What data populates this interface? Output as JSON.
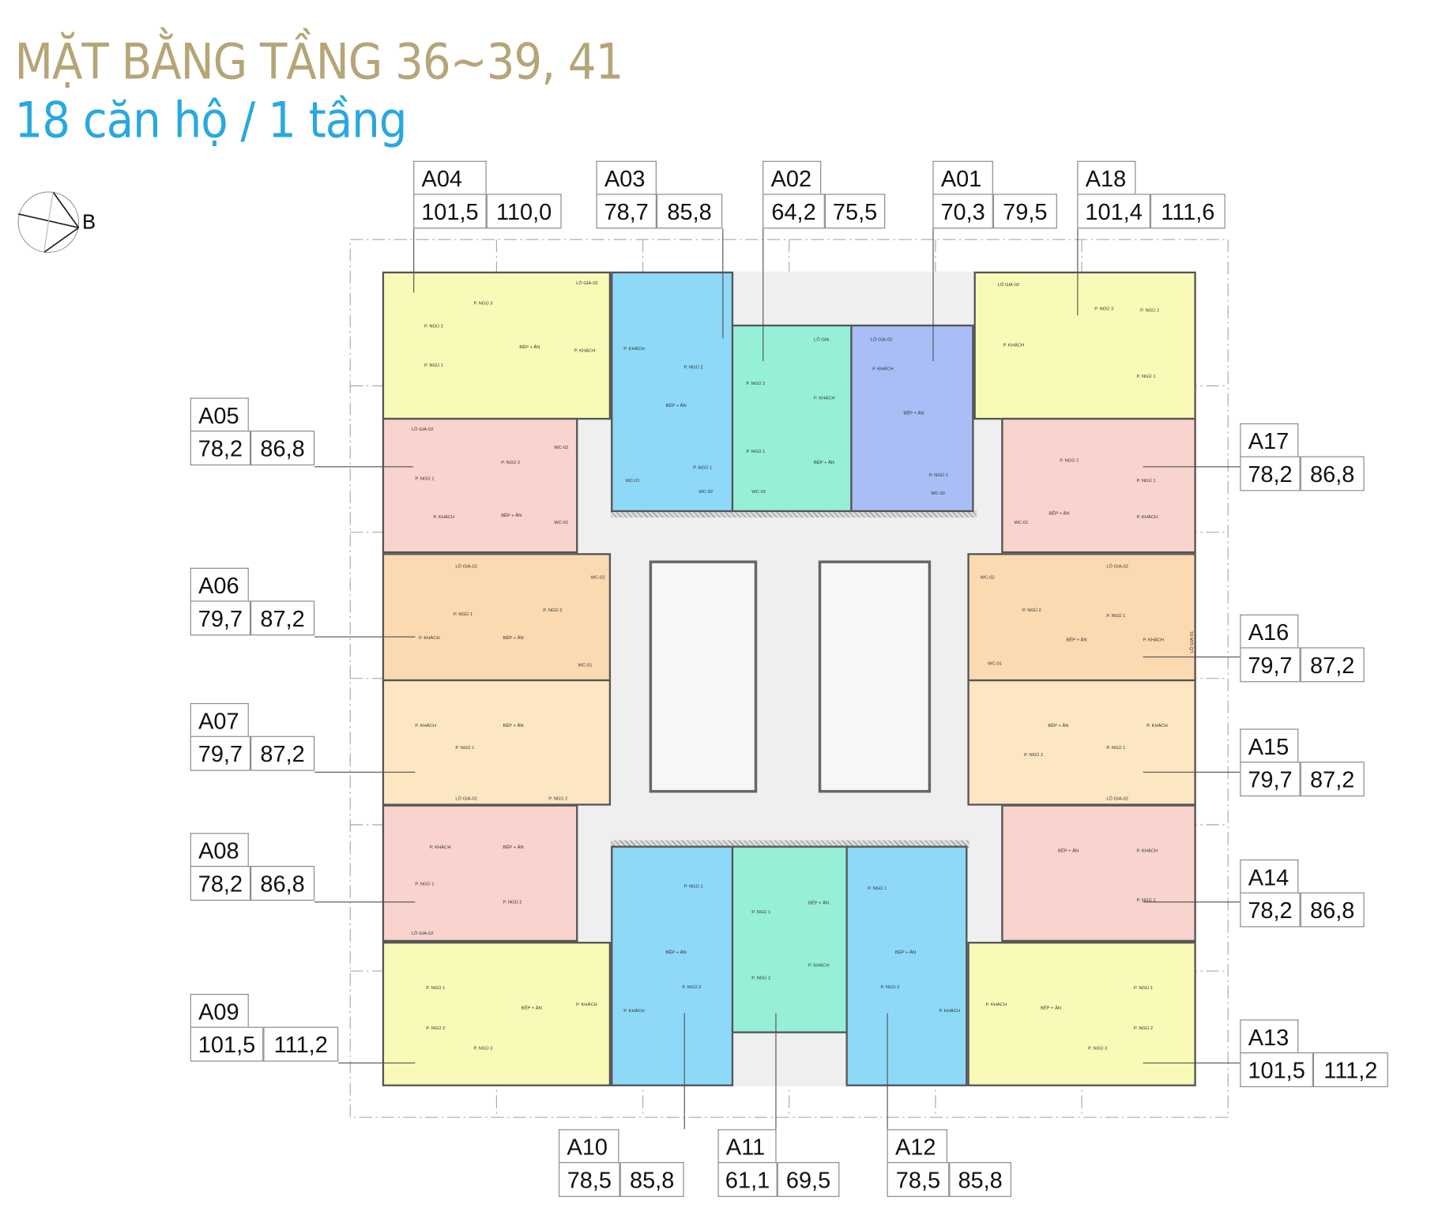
{
  "header": {
    "title": "MẶT BẰNG TẦNG 36~39, 41",
    "subtitle": "18 căn hộ / 1 tầng"
  },
  "compass": {
    "label": "B"
  },
  "colors": {
    "title": "#b5a577",
    "subtitle": "#29a8e0",
    "type_a_yellow": "#fafab8",
    "type_b_pink": "#f9d3cd",
    "type_c_orange": "#fbdab2",
    "type_d_peach": "#fde7c3",
    "type_e_blue": "#8ed8f8",
    "type_f_mint": "#96f0d8",
    "type_g_periwinkle": "#a9bdf6"
  },
  "rooms": {
    "living": "P. KHÁCH",
    "kitchen": "BẾP + ĂN",
    "bed1": "P. NGỦ 1",
    "bed2": "P. NGỦ 2",
    "bed3": "P. NGỦ 3",
    "wc1": "WC-01",
    "wc2": "WC-02",
    "loggia": "LÔ GIA",
    "loggia1": "LÔ GIA-01",
    "loggia2": "LÔ GIA-02"
  },
  "units": {
    "A01": {
      "code": "A01",
      "area1": "70,3",
      "area2": "79,5"
    },
    "A02": {
      "code": "A02",
      "area1": "64,2",
      "area2": "75,5"
    },
    "A03": {
      "code": "A03",
      "area1": "78,7",
      "area2": "85,8"
    },
    "A04": {
      "code": "A04",
      "area1": "101,5",
      "area2": "110,0"
    },
    "A05": {
      "code": "A05",
      "area1": "78,2",
      "area2": "86,8"
    },
    "A06": {
      "code": "A06",
      "area1": "79,7",
      "area2": "87,2"
    },
    "A07": {
      "code": "A07",
      "area1": "79,7",
      "area2": "87,2"
    },
    "A08": {
      "code": "A08",
      "area1": "78,2",
      "area2": "86,8"
    },
    "A09": {
      "code": "A09",
      "area1": "101,5",
      "area2": "111,2"
    },
    "A10": {
      "code": "A10",
      "area1": "78,5",
      "area2": "85,8"
    },
    "A11": {
      "code": "A11",
      "area1": "61,1",
      "area2": "69,5"
    },
    "A12": {
      "code": "A12",
      "area1": "78,5",
      "area2": "85,8"
    },
    "A13": {
      "code": "A13",
      "area1": "101,5",
      "area2": "111,2"
    },
    "A14": {
      "code": "A14",
      "area1": "78,2",
      "area2": "86,8"
    },
    "A15": {
      "code": "A15",
      "area1": "79,7",
      "area2": "87,2"
    },
    "A16": {
      "code": "A16",
      "area1": "79,7",
      "area2": "87,2"
    },
    "A17": {
      "code": "A17",
      "area1": "78,2",
      "area2": "86,8"
    },
    "A18": {
      "code": "A18",
      "area1": "101,4",
      "area2": "111,6"
    }
  }
}
